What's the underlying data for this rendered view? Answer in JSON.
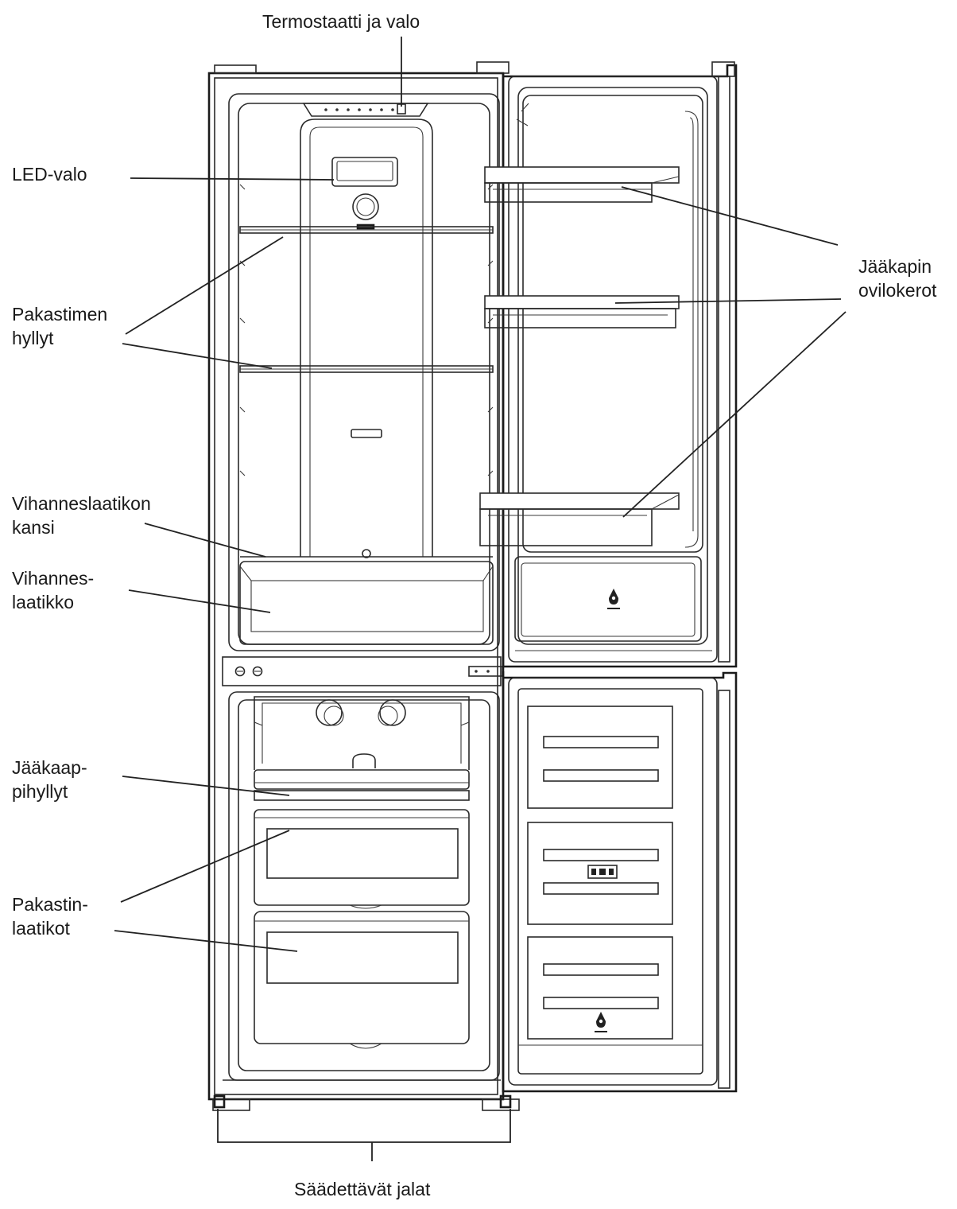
{
  "labels": {
    "thermostat": "Termostaatti ja valo",
    "led": "LED-valo",
    "freezer_shelves": [
      "Pakastimen",
      "hyllyt"
    ],
    "door_shelves": [
      "Jääkapin",
      "ovilokerot"
    ],
    "crisper_cover": [
      "Vihanneslaatikon",
      "kansi"
    ],
    "crisper": [
      "Vihannes-",
      "laatikko"
    ],
    "fridge_shelves": [
      "Jääkaap-",
      "pihyllyt"
    ],
    "freezer_drawers": [
      "Pakastin-",
      "laatikot"
    ],
    "feet": "Säädettävät jalat"
  },
  "icons": [
    "drop-symbol-icon",
    "snowflake-control-icon"
  ]
}
